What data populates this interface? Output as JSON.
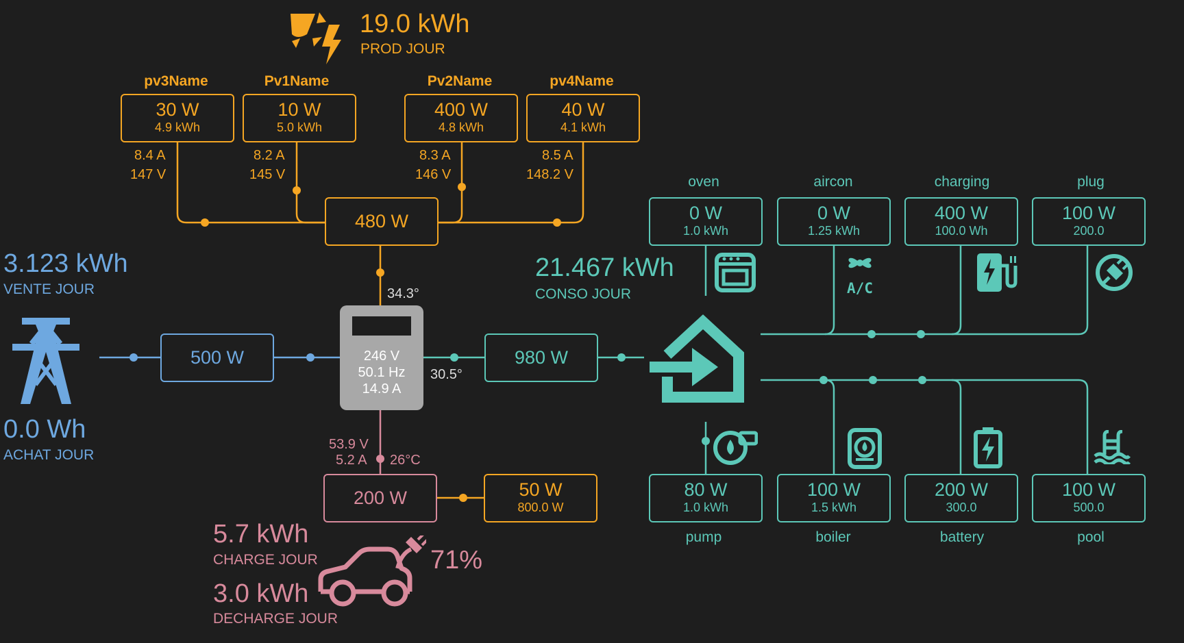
{
  "production": {
    "total": "19.0 kWh",
    "label": "PROD JOUR",
    "total_power": "480 W"
  },
  "pv": [
    {
      "name": "pv3Name",
      "power": "30 W",
      "energy": "4.9 kWh",
      "current": "8.4 A",
      "voltage": "147 V"
    },
    {
      "name": "Pv1Name",
      "power": "10 W",
      "energy": "5.0 kWh",
      "current": "8.2 A",
      "voltage": "145 V"
    },
    {
      "name": "Pv2Name",
      "power": "400 W",
      "energy": "4.8 kWh",
      "current": "8.3 A",
      "voltage": "146 V"
    },
    {
      "name": "pv4Name",
      "power": "40 W",
      "energy": "4.1 kWh",
      "current": "8.5 A",
      "voltage": "148.2 V"
    }
  ],
  "grid": {
    "sell_total": "3.123 kWh",
    "sell_label": "VENTE JOUR",
    "buy_total": "0.0 Wh",
    "buy_label": "ACHAT JOUR",
    "power": "500 W"
  },
  "inverter": {
    "voltage": "246 V",
    "frequency": "50.1 Hz",
    "current": "14.9 A",
    "temp_top": "34.3°",
    "temp_right": "30.5°"
  },
  "battery": {
    "voltage": "53.9 V",
    "current": "5.2 A",
    "temp": "26°C",
    "power": "200 W",
    "charge_total": "5.7 kWh",
    "charge_label": "CHARGE JOUR",
    "discharge_total": "3.0 kWh",
    "discharge_label": "DECHARGE JOUR",
    "soc": "71%"
  },
  "ev": {
    "power": "50 W",
    "energy": "800.0 W"
  },
  "load": {
    "power": "980 W",
    "total": "21.467 kWh",
    "label": "CONSO JOUR"
  },
  "loads_top": [
    {
      "name": "oven",
      "power": "0 W",
      "energy": "1.0 kWh",
      "icon": "oven-icon"
    },
    {
      "name": "aircon",
      "power": "0 W",
      "energy": "1.25 kWh",
      "icon": "aircon-icon"
    },
    {
      "name": "charging",
      "power": "400 W",
      "energy": "100.0 Wh",
      "icon": "ev-charger-icon"
    },
    {
      "name": "plug",
      "power": "100 W",
      "energy": "200.0",
      "icon": "plug-icon"
    }
  ],
  "loads_bottom": [
    {
      "name": "pump",
      "power": "80 W",
      "energy": "1.0 kWh",
      "icon": "pump-icon"
    },
    {
      "name": "boiler",
      "power": "100 W",
      "energy": "1.5 kWh",
      "icon": "boiler-icon"
    },
    {
      "name": "battery",
      "power": "200 W",
      "energy": "300.0",
      "icon": "battery-icon"
    },
    {
      "name": "pool",
      "power": "100 W",
      "energy": "500.0",
      "icon": "pool-icon"
    }
  ],
  "colors": {
    "solar": "#f5a623",
    "grid": "#6ea8e0",
    "load": "#5cc8b8",
    "battery": "#d88a9c",
    "background": "#1e1e1e",
    "inverter": "#a8a8a8"
  }
}
